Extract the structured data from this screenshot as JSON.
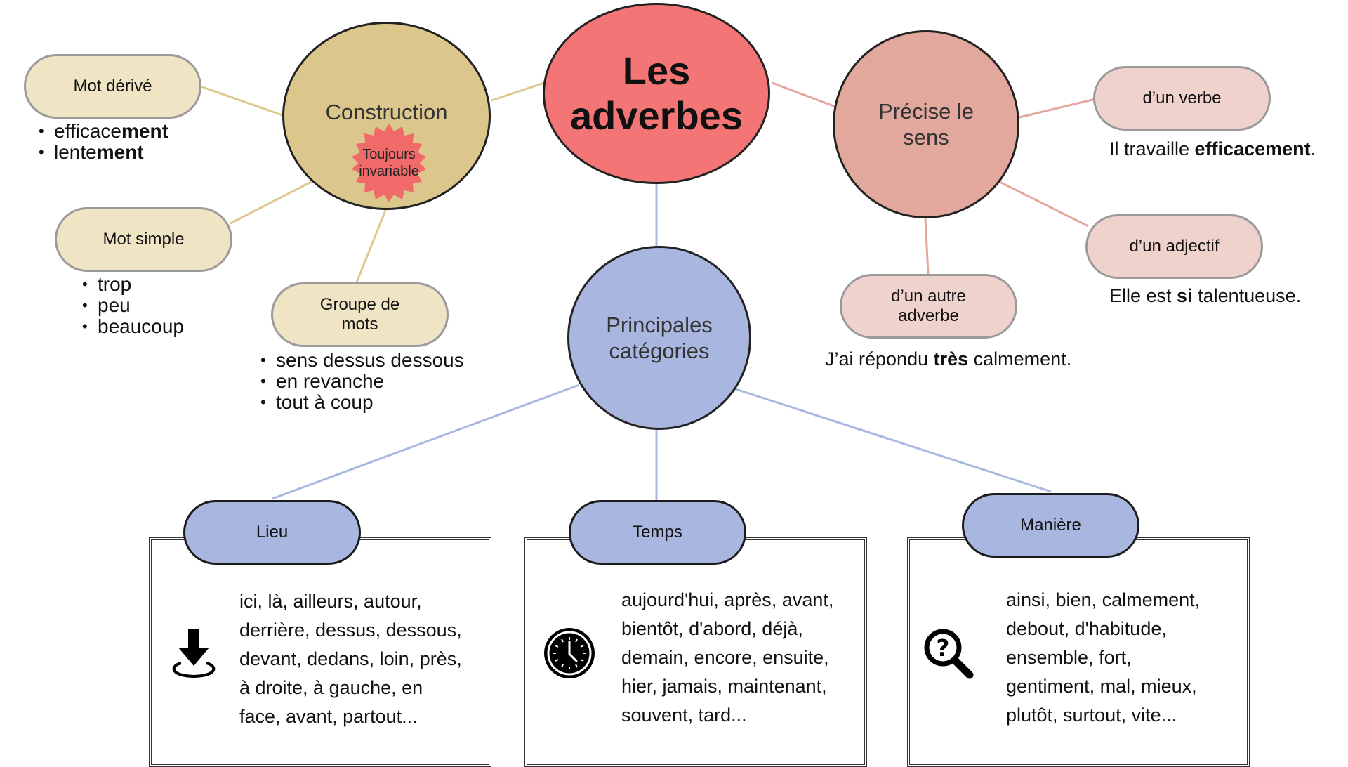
{
  "center": {
    "title_line1": "Les",
    "title_line2": "adverbes"
  },
  "construction": {
    "label": "Construction",
    "badge_line1": "Toujours",
    "badge_line2": "invariable",
    "mot_derive": {
      "label": "Mot dérivé",
      "items": [
        {
          "stem": "efficace",
          "suffix": "ment"
        },
        {
          "stem": "lente",
          "suffix": "ment"
        }
      ]
    },
    "mot_simple": {
      "label": "Mot simple",
      "items": [
        "trop",
        "peu",
        "beaucoup"
      ]
    },
    "groupe_de_mots": {
      "label_line1": "Groupe de",
      "label_line2": "mots",
      "items": [
        "sens dessus dessous",
        "en revanche",
        "tout à coup"
      ]
    }
  },
  "sens": {
    "label_line1": "Précise le",
    "label_line2": "sens",
    "verbe": {
      "label": "d’un verbe",
      "example_before": "Il travaille ",
      "example_bold": "efficacement",
      "example_after": "."
    },
    "adjectif": {
      "label": "d’un adjectif",
      "example_before": "Elle est ",
      "example_bold": "si",
      "example_after": " talentueuse."
    },
    "adverbe": {
      "label_line1": "d’un autre",
      "label_line2": "adverbe",
      "example_before": "J’ai répondu ",
      "example_bold": "très",
      "example_after": " calmement."
    }
  },
  "categories": {
    "label_line1": "Principales",
    "label_line2": "catégories",
    "lieu": {
      "label": "Lieu",
      "icon": "download-icon",
      "text": "ici, là, ailleurs, autour,\nderrière, dessus, dessous,\ndevant, dedans, loin, près,\nà droite, à gauche, en\nface, avant, partout..."
    },
    "temps": {
      "label": "Temps",
      "icon": "clock-icon",
      "text": "aujourd'hui, après, avant,\nbientôt, d'abord, déjà,\ndemain, encore, ensuite,\nhier, jamais, maintenant,\nsouvent, tard..."
    },
    "maniere": {
      "label": "Manière",
      "icon": "question-magnifier-icon",
      "text": "ainsi, bien, calmement,\ndebout, d'habitude,\nensemble, fort,\ngentiment, mal, mieux,\nplutôt, surtout, vite..."
    }
  },
  "colors": {
    "center": "#f47575",
    "construction": "#dbc78c",
    "construction_pill": "#efe4c4",
    "badge": "#f06a6a",
    "sens": "#e2a79d",
    "sens_pill": "#efd2cc",
    "categories": "#a9b6e0",
    "line_construction": "#dcc98d",
    "line_sens": "#e3a89d",
    "line_categories": "#a9b8e0"
  }
}
